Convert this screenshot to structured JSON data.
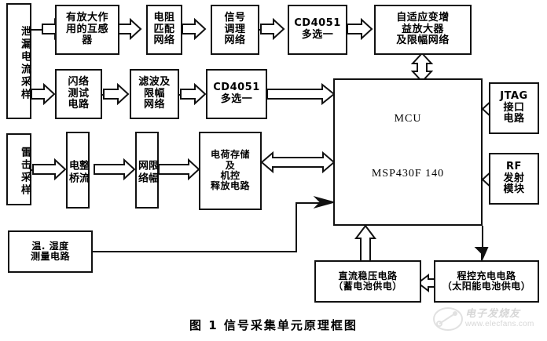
{
  "figure": {
    "caption": "图 1   信号采集单元原理框图",
    "watermark_text": "电子发烧友",
    "watermark_url": "www.elecfans.com"
  },
  "blocks": {
    "leakage_sampling": {
      "label": "泄漏电流采样"
    },
    "lightning_sampling": {
      "label": "雷击采样"
    },
    "transformer": {
      "label": "有放大作\n用的互感\n器"
    },
    "resistor_match": {
      "label": "电阻\n匹配\n网络"
    },
    "signal_conditioning": {
      "label": "信号\n调理\n网络"
    },
    "mux_top": {
      "label": "CD4051\n多选一"
    },
    "adaptive_amp": {
      "label": "自适应变增\n益放大器\n及限幅网络"
    },
    "flashover_test": {
      "label": "闪络\n测试\n电路"
    },
    "filter_limiter": {
      "label": "滤波及\n限幅\n网络"
    },
    "mux_mid": {
      "label": "CD4051\n多选一"
    },
    "rectifier_bridge": {
      "label": "整流\n电桥"
    },
    "limiter_network": {
      "label": "限幅\n网络"
    },
    "charge_storage": {
      "label": "电荷存储\n及\n机控\n释放电路"
    },
    "mcu": {
      "line1": "MCU",
      "line2": "MSP430F    140"
    },
    "jtag": {
      "label": "JTAG\n接口\n电路"
    },
    "rf_module": {
      "label": "RF\n发射\n模块"
    },
    "temp_humidity": {
      "label": "温. 湿度\n测量电路"
    },
    "dc_regulator": {
      "label": "直流稳压电路\n（蓄电池供电）"
    },
    "charge_controller": {
      "label": "程控充电电路\n（太阳能电池供电）"
    }
  },
  "connectors": {
    "leakage_to_transformer": "hollow-arrow-right",
    "transformer_to_resistor": "hollow-arrow-right",
    "resistor_to_conditioning": "hollow-arrow-right",
    "conditioning_to_mux_top": "hollow-arrow-right",
    "mux_top_to_adaptive_amp": "hollow-arrow-right",
    "adaptive_amp_to_mcu": "hollow-double-arrow-vertical",
    "leakage_to_flashover": "hollow-arrow-right",
    "flashover_to_filter": "hollow-arrow-right",
    "filter_to_mux_mid": "hollow-arrow-right",
    "mux_mid_to_mcu": "hollow-arrow-right",
    "lightning_to_rectifier": "hollow-arrow-right",
    "rectifier_to_limiter": "hollow-arrow-right",
    "limiter_to_charge_storage": "hollow-arrow-right",
    "charge_storage_to_mcu": "hollow-double-arrow-horizontal",
    "mcu_to_jtag": "hollow-double-arrow-horizontal",
    "mcu_to_rf": "hollow-double-arrow-horizontal",
    "temp_humidity_to_mcu": "solid-arrow-right",
    "dc_regulator_to_mcu": "hollow-arrow-up",
    "charge_controller_to_dc": "hollow-arrow-left",
    "mcu_to_charge_controller": "solid-arrow-down"
  }
}
